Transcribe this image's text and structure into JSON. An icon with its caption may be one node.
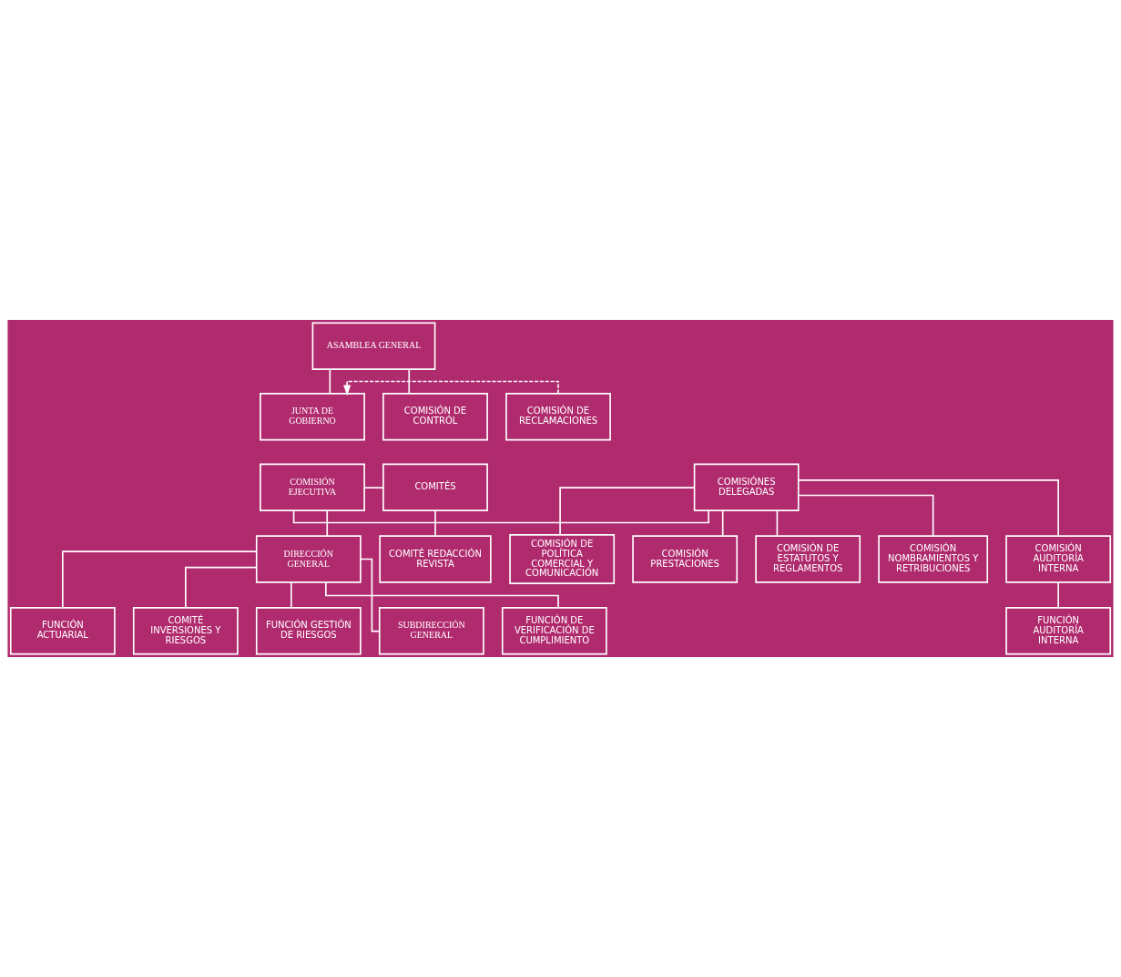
{
  "diagram": {
    "nodes": [
      {
        "text": [
          "ASAMBLEA GENERAL"
        ]
      },
      {
        "text": [
          "COMISIÓN DE CONTRÓL"
        ]
      },
      {
        "text": [
          "COMISIÓN DE RECLAMACIONES"
        ]
      },
      {
        "text": [
          "JUNTA DE GOBIERNO"
        ]
      },
      {
        "text": [
          "COMISIÓN EJECUTIVA"
        ]
      },
      {
        "text": [
          "COMISIÓNES DELEGADAS"
        ]
      },
      {
        "text": [
          "COMITÉS"
        ]
      },
      {
        "text": [
          "COMISIÓN NOMBRAMIENTOS Y RETRIBUCIONES"
        ]
      },
      {
        "text": [
          "DIRECCIÓN GENERAL"
        ]
      },
      {
        "text": [
          "FUNCIÓN DE VERIFICACIÓN DE CUMPLIMIENTO"
        ]
      },
      {
        "text": [
          "COMITÉ REDACCIÓN REVISTA"
        ]
      },
      {
        "text": [
          "COMISIÓN AUDITORÍA INTERNA"
        ]
      },
      {
        "text": [
          "FUNCIÓN AUDITORÍA INTERNA"
        ]
      },
      {
        "text": [
          "FUNCIÓN ACTUARIAL"
        ]
      },
      {
        "text": [
          "COMITÉ INVERSIONES Y RIESGOS"
        ]
      },
      {
        "text": [
          "COMISIÓN DE POLÍTICA COMERCIAL Y COMUNICACIÓN"
        ]
      },
      {
        "text": [
          "FUNCIÓN GESTIÓN DE RIESGOS"
        ]
      },
      {
        "text": [
          "COMISIÓN PRESTACIONES"
        ]
      },
      {
        "text": [
          "COMISIÓN DE ESTATUTOS Y REGLAMENTOS"
        ]
      },
      {
        "text": [
          "SUBDIRECCIÓN GENERAL"
        ]
      }
    ],
    "edges": [
      {
        "from": 0,
        "to": 1,
        "arrow": "none"
      },
      {
        "from": 0,
        "to": 3,
        "arrow": "none"
      },
      {
        "from": 2,
        "to": 3,
        "arrow": "to",
        "style": "dashed"
      },
      {
        "from": 4,
        "to": 5,
        "arrow": "none"
      },
      {
        "from": 4,
        "to": 6,
        "arrow": "none"
      },
      {
        "from": 4,
        "to": 8,
        "arrow": "none"
      },
      {
        "from": 5,
        "to": 7,
        "arrow": "none"
      },
      {
        "from": 5,
        "to": 11,
        "arrow": "none"
      },
      {
        "from": 5,
        "to": 15,
        "arrow": "none"
      },
      {
        "from": 5,
        "to": 17,
        "arrow": "none"
      },
      {
        "from": 5,
        "to": 18,
        "arrow": "none"
      },
      {
        "from": 6,
        "to": 10,
        "arrow": "none"
      },
      {
        "from": 11,
        "to": 12,
        "arrow": "none"
      },
      {
        "from": 8,
        "to": 9,
        "arrow": "none"
      },
      {
        "from": 8,
        "to": 13,
        "arrow": "none"
      },
      {
        "from": 8,
        "to": 16,
        "arrow": "none"
      },
      {
        "from": 8,
        "to": 14,
        "arrow": "none"
      },
      {
        "from": 8,
        "to": 19,
        "arrow": "none"
      }
    ]
  }
}
